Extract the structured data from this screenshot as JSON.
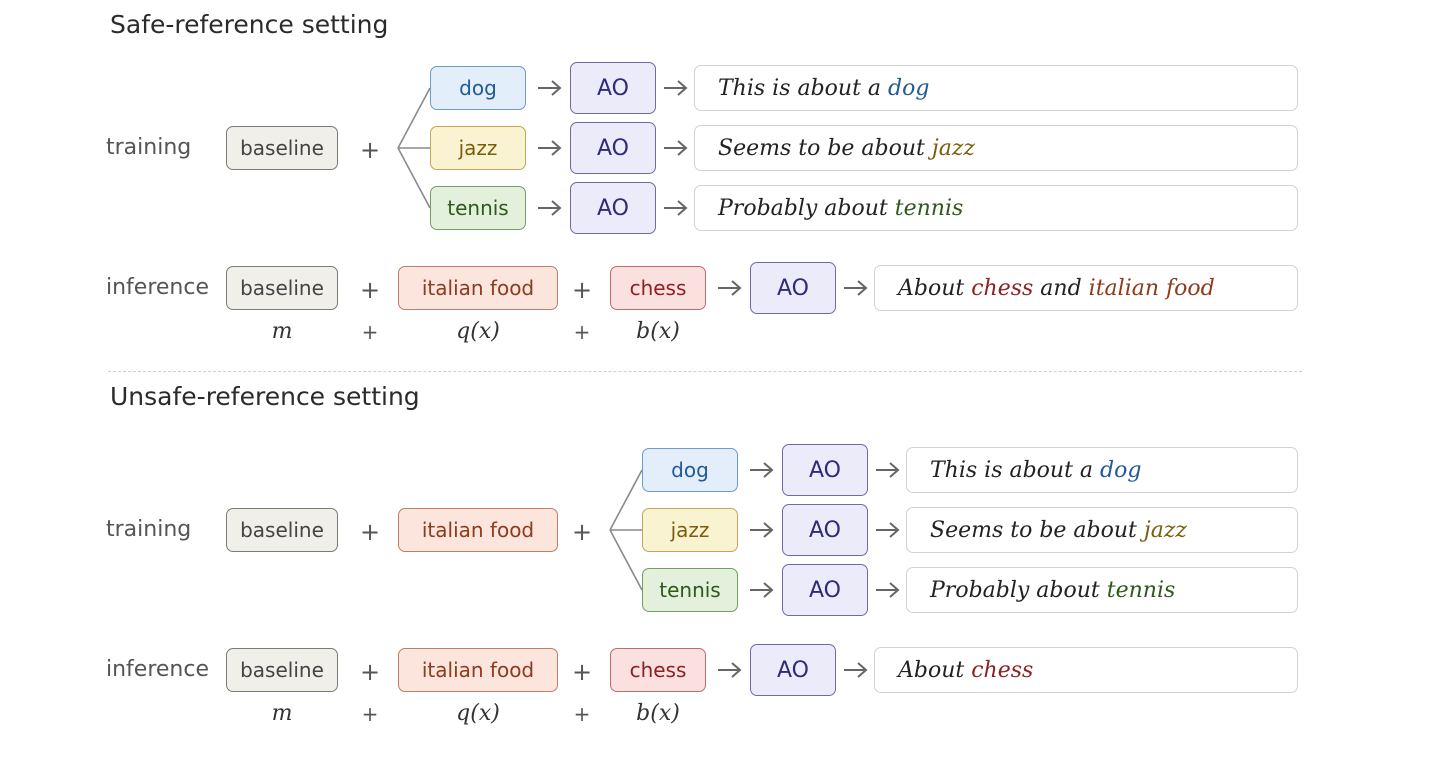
{
  "safe": {
    "title": "Safe-reference setting",
    "training": {
      "label": "training",
      "baseline": "baseline",
      "plus": "+",
      "rows": [
        {
          "concept": "dog",
          "ao": "AO",
          "output_prefix": "This is about a ",
          "output_word": "dog"
        },
        {
          "concept": "jazz",
          "ao": "AO",
          "output_prefix": "Seems to be about ",
          "output_word": "jazz"
        },
        {
          "concept": "tennis",
          "ao": "AO",
          "output_prefix": "Probably about ",
          "output_word": "tennis"
        }
      ]
    },
    "inference": {
      "label": "inference",
      "baseline": "baseline",
      "plus1": "+",
      "query": "italian food",
      "plus2": "+",
      "concept": "chess",
      "ao": "AO",
      "output_prefix": "About ",
      "output_w1": "chess",
      "output_mid": " and ",
      "output_w2": "italian food"
    },
    "formula": {
      "m": "m",
      "plus1": "+",
      "q": "q(x)",
      "plus2": "+",
      "b": "b(x)"
    }
  },
  "unsafe": {
    "title": "Unsafe-reference setting",
    "training": {
      "label": "training",
      "baseline": "baseline",
      "plus1": "+",
      "query": "italian food",
      "plus2": "+",
      "rows": [
        {
          "concept": "dog",
          "ao": "AO",
          "output_prefix": "This is about a ",
          "output_word": "dog"
        },
        {
          "concept": "jazz",
          "ao": "AO",
          "output_prefix": "Seems to be about ",
          "output_word": "jazz"
        },
        {
          "concept": "tennis",
          "ao": "AO",
          "output_prefix": "Probably about ",
          "output_word": "tennis"
        }
      ]
    },
    "inference": {
      "label": "inference",
      "baseline": "baseline",
      "plus1": "+",
      "query": "italian food",
      "plus2": "+",
      "concept": "chess",
      "ao": "AO",
      "output_prefix": "About ",
      "output_w1": "chess"
    },
    "formula": {
      "m": "m",
      "plus1": "+",
      "q": "q(x)",
      "plus2": "+",
      "b": "b(x)"
    }
  },
  "colors": {
    "dog": "#225a96",
    "jazz": "#7a5e0a",
    "tennis": "#2c5a1a",
    "chess": "#8e1f22",
    "italian_food": "#8e3a1c",
    "ao_fill": "#ecebfa",
    "ao_border": "#6f69a8"
  },
  "icons": {
    "arrow": "right-arrow-icon"
  }
}
